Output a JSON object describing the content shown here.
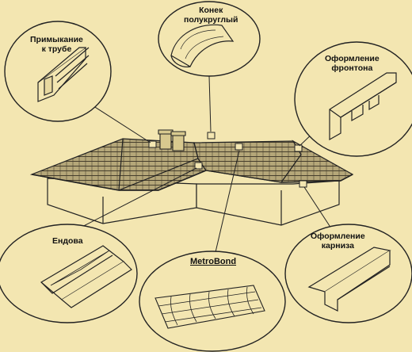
{
  "diagram": {
    "labels": {
      "pipe_flashing": [
        "Примыкание",
        "к трубе"
      ],
      "ridge": [
        "Конек",
        "полукруглый"
      ],
      "gable": [
        "Оформление",
        "фронтона"
      ],
      "valley": [
        "Ендова"
      ],
      "tile": [
        "MetroBond"
      ],
      "eave": [
        "Оформление",
        "карниза"
      ]
    },
    "colors": {
      "background": "#f3e6b1",
      "ink": "#222222",
      "roof": "#8a7a55",
      "wall": "#f3e6b1"
    }
  }
}
